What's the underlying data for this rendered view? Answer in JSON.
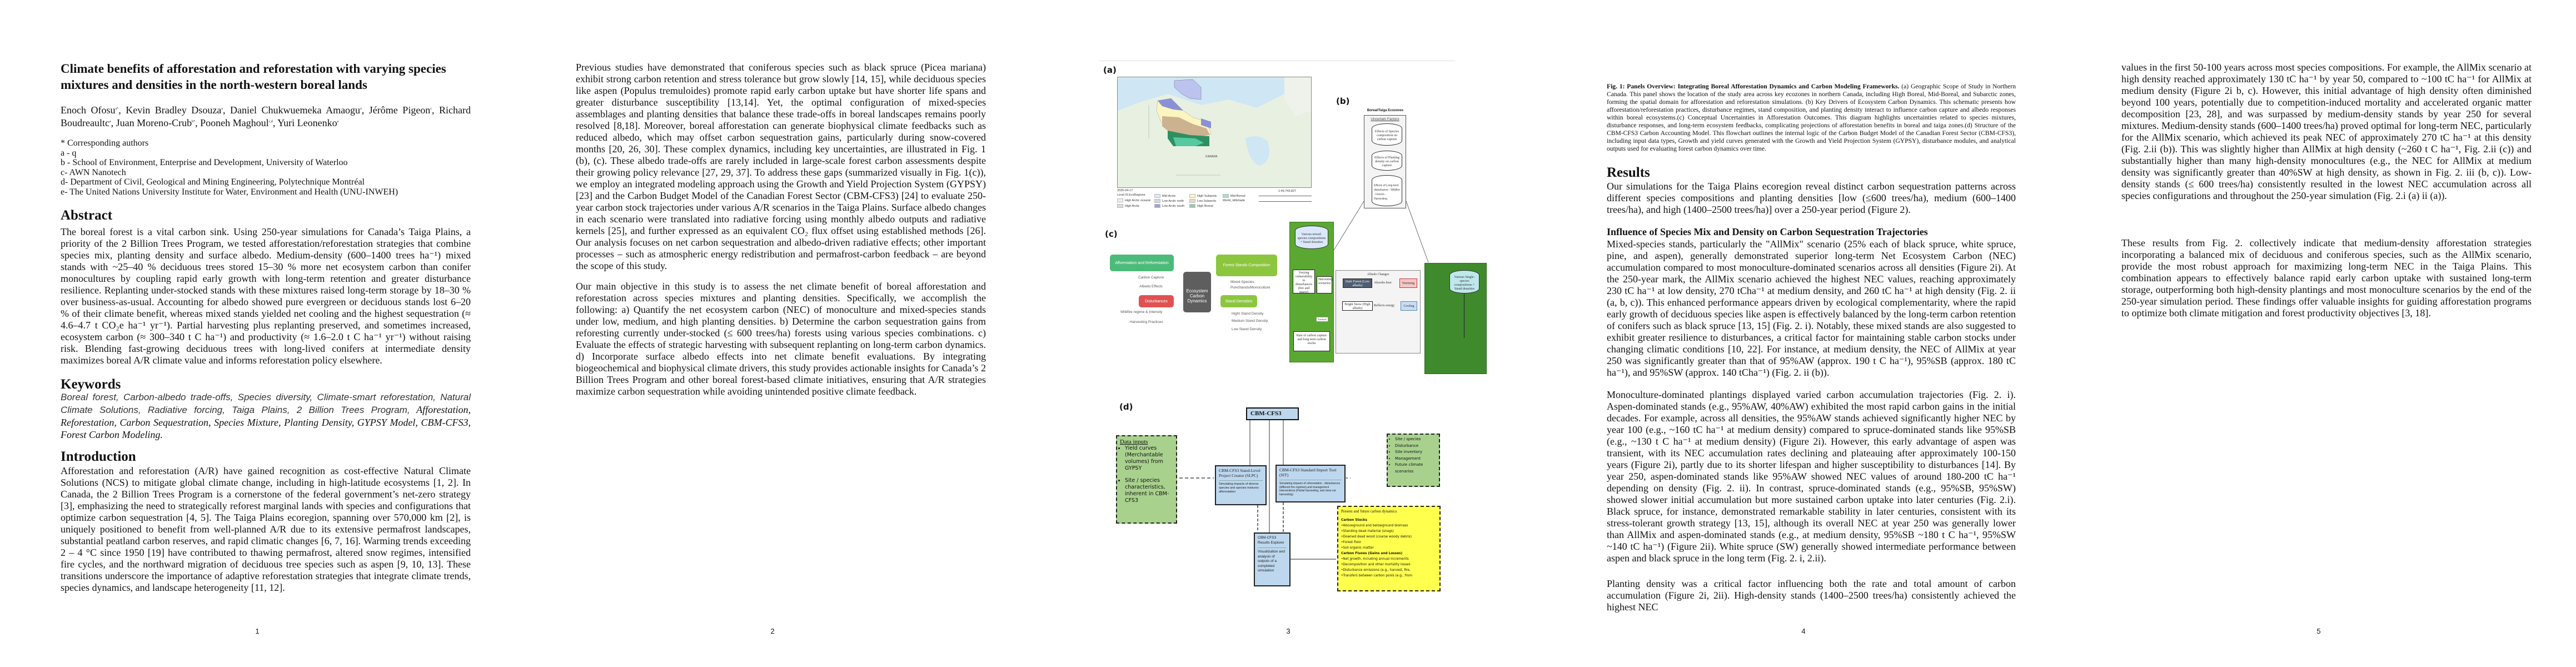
{
  "page_numbers": [
    "1",
    "2",
    "3",
    "4",
    "5"
  ],
  "paper": {
    "title": "Climate benefits of afforestation and reforestation with varying species mixtures and densities in the north-western boreal lands",
    "authors": [
      {
        "name": "Enoch Ofosu",
        "sup": "a*"
      },
      {
        "name": "Kevin Bradley Dsouza",
        "sup": "a"
      },
      {
        "name": "Daniel Chukwuemeka Amaogu",
        "sup": "a"
      },
      {
        "name": "Jérôme Pigeon",
        "sup": "c"
      },
      {
        "name": "Richard Boudreaultc",
        "sup": "a"
      },
      {
        "name": "Juan Moreno-Crub",
        "sup": "b*"
      },
      {
        "name": "Pooneh Maghoul",
        "sup": "c,d"
      },
      {
        "name": "Yuri Leonenko",
        "sup": "e"
      }
    ],
    "affiliations": [
      "* Corresponding authors",
      "a - q",
      "b - School of Environment, Enterprise and Development, University of Waterloo",
      "c- AWN Nanotech",
      "d- Department of Civil, Geological and Mining Engineering, Polytechnique Montréal",
      "e- The United Nations University Institute for Water, Environment and Health (UNU-INWEH)"
    ],
    "abstract_heading": "Abstract",
    "abstract": "The boreal forest is a vital carbon sink. Using 250-year simulations for Canada’s Taiga Plains, a priority of the 2 Billion Trees Program, we tested afforestation/reforestation strategies that combine species mix, planting density and surface albedo. Medium-density (600–1400 trees ha⁻¹) mixed stands with ~25–40 % deciduous trees stored 15–30 % more net ecosystem carbon than conifer monocultures by coupling rapid early growth with long-term retention and greater disturbance resilience. Replanting under-stocked stands with these mixtures raised long-term storage by 18–30 % over business-as-usual. Accounting for albedo showed pure evergreen or deciduous stands lost 6–20 % of their climate benefit, whereas mixed stands yielded net cooling and the highest sequestration (≈ 4.6–4.7 t CO₂e ha⁻¹ yr⁻¹). Partial harvesting plus replanting preserved, and sometimes increased, ecosystem carbon (≈ 300–340 t C ha⁻¹) and productivity (≈ 1.6–2.0 t C ha⁻¹ yr⁻¹) without raising risk. Blending fast-growing deciduous trees with long-lived conifers at intermediate density maximizes boreal A/R climate value and informs reforestation policy elsewhere.",
    "keywords_heading": "Keywords",
    "keywords_sans": "Boreal forest, Carbon-albedo trade-offs, Species diversity, Climate-smart reforestation, Natural Climate Solutions, Radiative forcing, Taiga Plains, 2 Billion Trees Program,",
    "keywords_serif": "Afforestation, Reforestation, Carbon Sequestration, Species Mixture, Planting Density, GYPSY Model, CBM-CFS3, Forest Carbon Modeling.",
    "intro_heading": "Introduction",
    "intro": "Afforestation and reforestation (A/R) have gained recognition as cost-effective Natural Climate Solutions (NCS) to mitigate global climate change, including in high-latitude ecosystems [1, 2]. In Canada, the 2 Billion Trees Program is a cornerstone of the federal government’s net-zero strategy [3], emphasizing the need to strategically reforest marginal lands with species and configurations that optimize carbon sequestration [4, 5]. The Taiga Plains ecoregion, spanning over 570,000 km [2], is uniquely positioned to benefit from well-planned A/R due to its extensive permafrost landscapes, substantial peatland carbon reserves, and rapid climatic changes [6, 7, 16]. Warming trends exceeding 2 – 4 °C since 1950 [19] have contributed to thawing permafrost, altered snow regimes, intensified fire cycles, and the northward migration of deciduous tree species such as aspen [9, 10, 13]. These transitions underscore the importance of adaptive reforestation strategies that integrate climate trends, species dynamics, and landscape heterogeneity [11, 12]."
  },
  "page2": {
    "paragraphs": [
      "Previous studies have demonstrated that coniferous species such as black spruce (Picea mariana) exhibit strong carbon retention and stress tolerance but grow slowly [14, 15], while deciduous species like aspen (Populus tremuloides) promote rapid early carbon uptake but have shorter life spans and greater disturbance susceptibility [13,14]. Yet, the optimal configuration of mixed-species assemblages and planting densities that balance these trade-offs in boreal landscapes remains poorly resolved [8,18]. Moreover, boreal afforestation can generate biophysical climate feedbacks such as reduced albedo, which may offset carbon sequestration gains, particularly during snow-covered months [20, 26, 30]. These complex dynamics, including key uncertainties, are illustrated in Fig. 1 (b), (c). These albedo trade-offs are rarely included in large-scale forest carbon assessments despite their growing policy relevance [27, 29, 37]. To address these gaps (summarized visually in Fig. 1(c)), we employ an integrated modeling approach using the Growth and Yield Projection System (GYPSY) [23] and the Carbon Budget Model of the Canadian Forest Sector (CBM-CFS3) [24] to evaluate 250-year carbon stock trajectories under various A/R scenarios in the Taiga Plains. Surface albedo changes in each scenario were translated into radiative forcing using monthly albedo outputs and radiative kernels [25], and further expressed as an equivalent CO₂ flux offset using established methods [26]. Our analysis focuses on net carbon sequestration and albedo-driven radiative effects; other important processes – such as atmospheric energy redistribution and permafrost-carbon feedback – are beyond the scope of this study.",
      "Our main objective in this study is to assess the net climate benefit of boreal afforestation and reforestation across species mixtures and planting densities. Specifically, we accomplish the following: a) Quantify the net ecosystem carbon (NEC) of monoculture and mixed-species stands under low, medium, and high planting densities. b) Determine the carbon sequestration gains from reforesting currently under-stocked (≤ 600 trees/ha) forests using various species combinations. c) Evaluate the effects of strategic harvesting with subsequent replanting on long-term carbon dynamics. d) Incorporate surface albedo effects into net climate benefit evaluations. By integrating biogeochemical and biophysical climate drivers, this study provides actionable insights for Canada’s 2 Billion Trees Program and other boreal forest-based climate initiatives, ensuring that A/R strategies maximize carbon sequestration while avoiding unintended positive climate feedback."
    ]
  },
  "figure1": {
    "labels": {
      "a": "(a)",
      "b": "(b)",
      "c": "(c)",
      "d": "(d)"
    },
    "map": {
      "date": "2025-04-17",
      "legend_title": "Level III EcoRegions",
      "legend": [
        {
          "label": "High Arctic oceanic",
          "color": "#eeeeee"
        },
        {
          "label": "High Arctic",
          "color": "#dddddd"
        },
        {
          "label": "Mid-Arctic",
          "color": "#dde8fa"
        },
        {
          "label": "Low Arctic north",
          "color": "#d4d4ec"
        },
        {
          "label": "Low Arctic south",
          "color": "#9fa3dc"
        },
        {
          "label": "High Subarctic",
          "color": "#fbf6c8"
        },
        {
          "label": "Low Subarctic",
          "color": "#e6d9c3"
        },
        {
          "label": "High Boreal",
          "color": "#9ec6b0"
        },
        {
          "label": "Mid-Boreal",
          "color": "#a8e0c8"
        }
      ],
      "basemap": "World_Hillshade",
      "scale": "1:49,743,827",
      "country_label": "CANADA"
    },
    "b": {
      "title": "Boreal/Taiga Ecozones",
      "uncertain": "Uncertain Factors",
      "cylinders": [
        "Effects of Species composition on carbon capture",
        "Effects of Planting density on carbon capture",
        "Effects of Long-term disturbance - Wildfire - Insects - Harvesting"
      ],
      "mixed": "Various mixed-species compositions + Stand densities",
      "vulnerability": "Varying vulnerability to disturbances (fire and insect)",
      "harvesting": "Harvesting scenarios",
      "tradeoff": "Tradeoff",
      "rate": "Rate of carbon capture and long term carbon stocks",
      "albedo_title": "Albedo Changes",
      "dark": "Dark Forest (Low albedo)",
      "absorbs": "Absorbs heat",
      "warming": "Warming",
      "bright": "Bright Snow (High albedo)",
      "reflects": "Reflects energy",
      "cooling": "Cooling",
      "single": "Various Single-species compositions + Stand densities"
    },
    "c": {
      "center": "Ecosystem Carbon Dynamics",
      "ar": "Afforestation and Reforestation",
      "composition": "Forest Stands Composition",
      "disturbances": "Disturbances",
      "densities": "Stand Densities",
      "carbon_capture": "Carbon Capture",
      "albedo_effects": "Albedo Effects",
      "wildfire": "Wildfire regime & Intensity",
      "harvesting": "Harvesting Practices",
      "mixed": "Mixed-Species",
      "pure": "PureStands/Monoculture",
      "high": "Hight Stand Density",
      "medium": "Medium Stand Density",
      "low": "Low Stand Density"
    },
    "d": {
      "cbm": "CBM-CFS3",
      "inputs_title": "Data inputs",
      "inputs": [
        "Yield curves (Merchantable volumes) from GYPSY",
        "Site / species characteristics, inherent in CBM-CFS3"
      ],
      "slpc_title": "CBM-CFS3 Stand-Level Project Creator (SLPC)",
      "slpc_desc": "Simulating impacts of diverse species and species mixtures afforestation",
      "sit_title": "CBM-CFS3 Standard Import Tool (SIT)",
      "sit_desc": "Simulating impacts of reforestation , disturbances (different fire regimes),and management interventions (Partial harvesting, and clear-cut harvesting)",
      "explorer_title": "CBM-CFS3 Results Explorer",
      "explorer_desc": "Visualization and analysis of outputs of a completed simulation",
      "right_inputs": [
        "Site / species",
        "Disturbance",
        "Site inventory",
        "Management",
        "Future climate scenarios"
      ],
      "out_title": "Present and future carbon dynamics",
      "stocks_title": "Carbon Stocks",
      "stocks": [
        "•Aboveground and belowground biomass",
        "•Standing dead material (snags)",
        "•Downed dead wood (coarse woody debris)",
        "•Forest floor",
        "•Soil organic matter"
      ],
      "fluxes_title": "Carbon Fluxes (Gains and Losses)",
      "fluxes": [
        "•Net growth, including annual increments",
        "•Decomposition and other mortality losses",
        "•Disturbance emissions (e.g., harvest, fire,",
        "•Transfers between carbon pools (e.g., from"
      ]
    }
  },
  "page4": {
    "caption_bold": "Fig. 1: Panels Overview: Integrating Boreal Afforestation Dynamics and Carbon Modeling Frameworks.",
    "caption": " (a) Geographic Scope of Study in Northern Canada. This panel shows the location of the study area across key ecozones in northern Canada, including High Boreal, Mid-Boreal, and Subarctic zones, forming the spatial domain for afforestation and reforestation simulations. (b) Key Drivers of Ecosystem Carbon Dynamics. This schematic presents how afforestation/reforestation practices, disturbance regimes, stand composition, and planting density interact to influence carbon capture and albedo responses within boreal ecosystems.(c) Conceptual Uncertainties in Afforestation Outcomes. This diagram highlights uncertainties related to species mixtures, disturbance responses, and long-term ecosystem feedbacks, complicating projections of afforestation benefits in boreal and taiga zones.(d) Structure of the CBM-CFS3 Carbon Accounting Model. This flowchart outlines the internal logic of the Carbon Budget Model of the Canadian Forest Sector (CBM-CFS3), including input data types, Growth and yield curves generated with the Growth and Yield Projection System (GYPSY), disturbance modules, and analytical outputs used for evaluating forest carbon dynamics over time.",
    "results_heading": "Results",
    "results": "Our simulations for the Taiga Plains ecoregion reveal distinct carbon sequestration patterns across different species compositions and planting densities [low (≤600 trees/ha), medium (600–1400 trees/ha), and high (1400–2500 trees/ha)] over a 250-year period (Figure 2).",
    "subheading": "Influence of Species Mix and Density on Carbon Sequestration Trajectories",
    "p1": "Mixed-species stands, particularly the \"AllMix\" scenario (25% each of black spruce, white spruce, pine, and aspen), generally demonstrated superior long-term Net Ecosystem Carbon (NEC) accumulation compared to most monoculture-dominated scenarios across all densities (Figure 2i). At the 250-year mark, the AllMix scenario achieved the highest NEC values, reaching approximately 230 tC ha⁻¹ at low density, 270 tCha⁻¹ at medium density, and 260 tC ha⁻¹ at high density (Fig. 2. ii (a, b, c)). This enhanced performance appears driven by ecological complementarity, where the rapid early growth of deciduous species like aspen is effectively balanced by the long-term carbon retention of conifers such as black spruce [13, 15] (Fig. 2. i). Notably, these mixed stands are also suggested to exhibit greater resilience to disturbances, a critical factor for maintaining stable carbon stocks under changing climatic conditions [10, 22]. For instance, at medium density, the NEC of AllMix at year 250 was significantly greater than that of 95%AW (approx. 190 t C ha⁻¹), 95%SB (approx. 180 tC ha⁻¹), and 95%SW (approx. 140 tCha⁻¹) (Fig. 2. ii (b)).",
    "p2": "Monoculture-dominated plantings displayed varied carbon accumulation trajectories (Fig. 2. i). Aspen-dominated stands (e.g., 95%AW, 40%AW) exhibited the most rapid carbon gains in the initial decades. For example, across all densities, the 95%AW stands achieved significantly higher NEC by year 100 (e.g., ~160 tC ha⁻¹ at medium density) compared to spruce-dominated stands like 95%SB (e.g., ~130 t C ha⁻¹ at medium density) (Figure 2i). However, this early advantage of aspen was transient, with its NEC accumulation rates declining and plateauing after approximately 100-150 years (Figure 2i), partly due to its shorter lifespan and higher susceptibility to disturbances [14]. By year 250, aspen-dominated stands like 95%AW showed NEC values of around 180-200 tC ha⁻¹ depending on density (Fig. 2. ii). In contrast, spruce-dominated stands (e.g., 95%SB, 95%SW) showed slower initial accumulation but more sustained carbon uptake into later centuries (Fig. 2.i). Black spruce, for instance, demonstrated remarkable stability in later centuries, consistent with its stress-tolerant growth strategy [13, 15], although its overall NEC at year 250 was generally lower than AllMix and aspen-dominated stands (e.g., at medium density, 95%SB ~180 t C ha⁻¹, 95%SW ~140 tC ha⁻¹) (Figure 2ii). White spruce (SW) generally showed intermediate performance between aspen and black spruce in the long term (Fig. 2. i, 2.ii).",
    "p3": "Planting density was a critical factor influencing both the rate and total amount of carbon accumulation (Figure 2i, 2ii). High-density stands (1400–2500 trees/ha) consistently achieved the highest NEC"
  },
  "page5": {
    "p1": "values in the first 50-100 years across most species compositions. For example, the AllMix scenario at high density reached approximately 130 tC ha⁻¹ by year 50, compared to ~100 tC ha⁻¹ for AllMix at medium density (Figure 2i b, c). However, this initial advantage of high density often diminished beyond 100 years, potentially due to competition-induced mortality and accelerated organic matter decomposition [23, 28], and was surpassed by medium-density stands by year 250 for several mixtures. Medium-density stands (600–1400 trees/ha) proved optimal for long-term NEC, particularly for the AllMix scenario, which achieved its peak NEC of approximately 270 tC ha⁻¹ at this density (Fig. 2.ii (b)). This was slightly higher than AllMix at high density (~260 t C ha⁻¹, Fig. 2.ii (c)) and substantially higher than many high-density monocultures (e.g., the NEC for AllMix at medium density was significantly greater than 40%SW at high density, as shown in Fig. 2. iii (b, c)). Low-density stands (≤ 600 trees/ha) consistently resulted in the lowest NEC accumulation across all species configurations and throughout the 250-year simulation (Fig. 2.i (a) ii (a)).",
    "p2": "These results from Fig. 2. collectively indicate that medium-density afforestation strategies incorporating a balanced mix of deciduous and coniferous species, such as the AllMix scenario, provide the most robust approach for maximizing long-term NEC in the Taiga Plains. This combination appears to effectively balance rapid early carbon uptake with sustained long-term storage, outperforming both high-density plantings and most monoculture scenarios by the end of the 250-year simulation period. These findings offer valuable insights for guiding afforestation programs to optimize both climate mitigation and forest productivity objectives [3, 18]."
  }
}
